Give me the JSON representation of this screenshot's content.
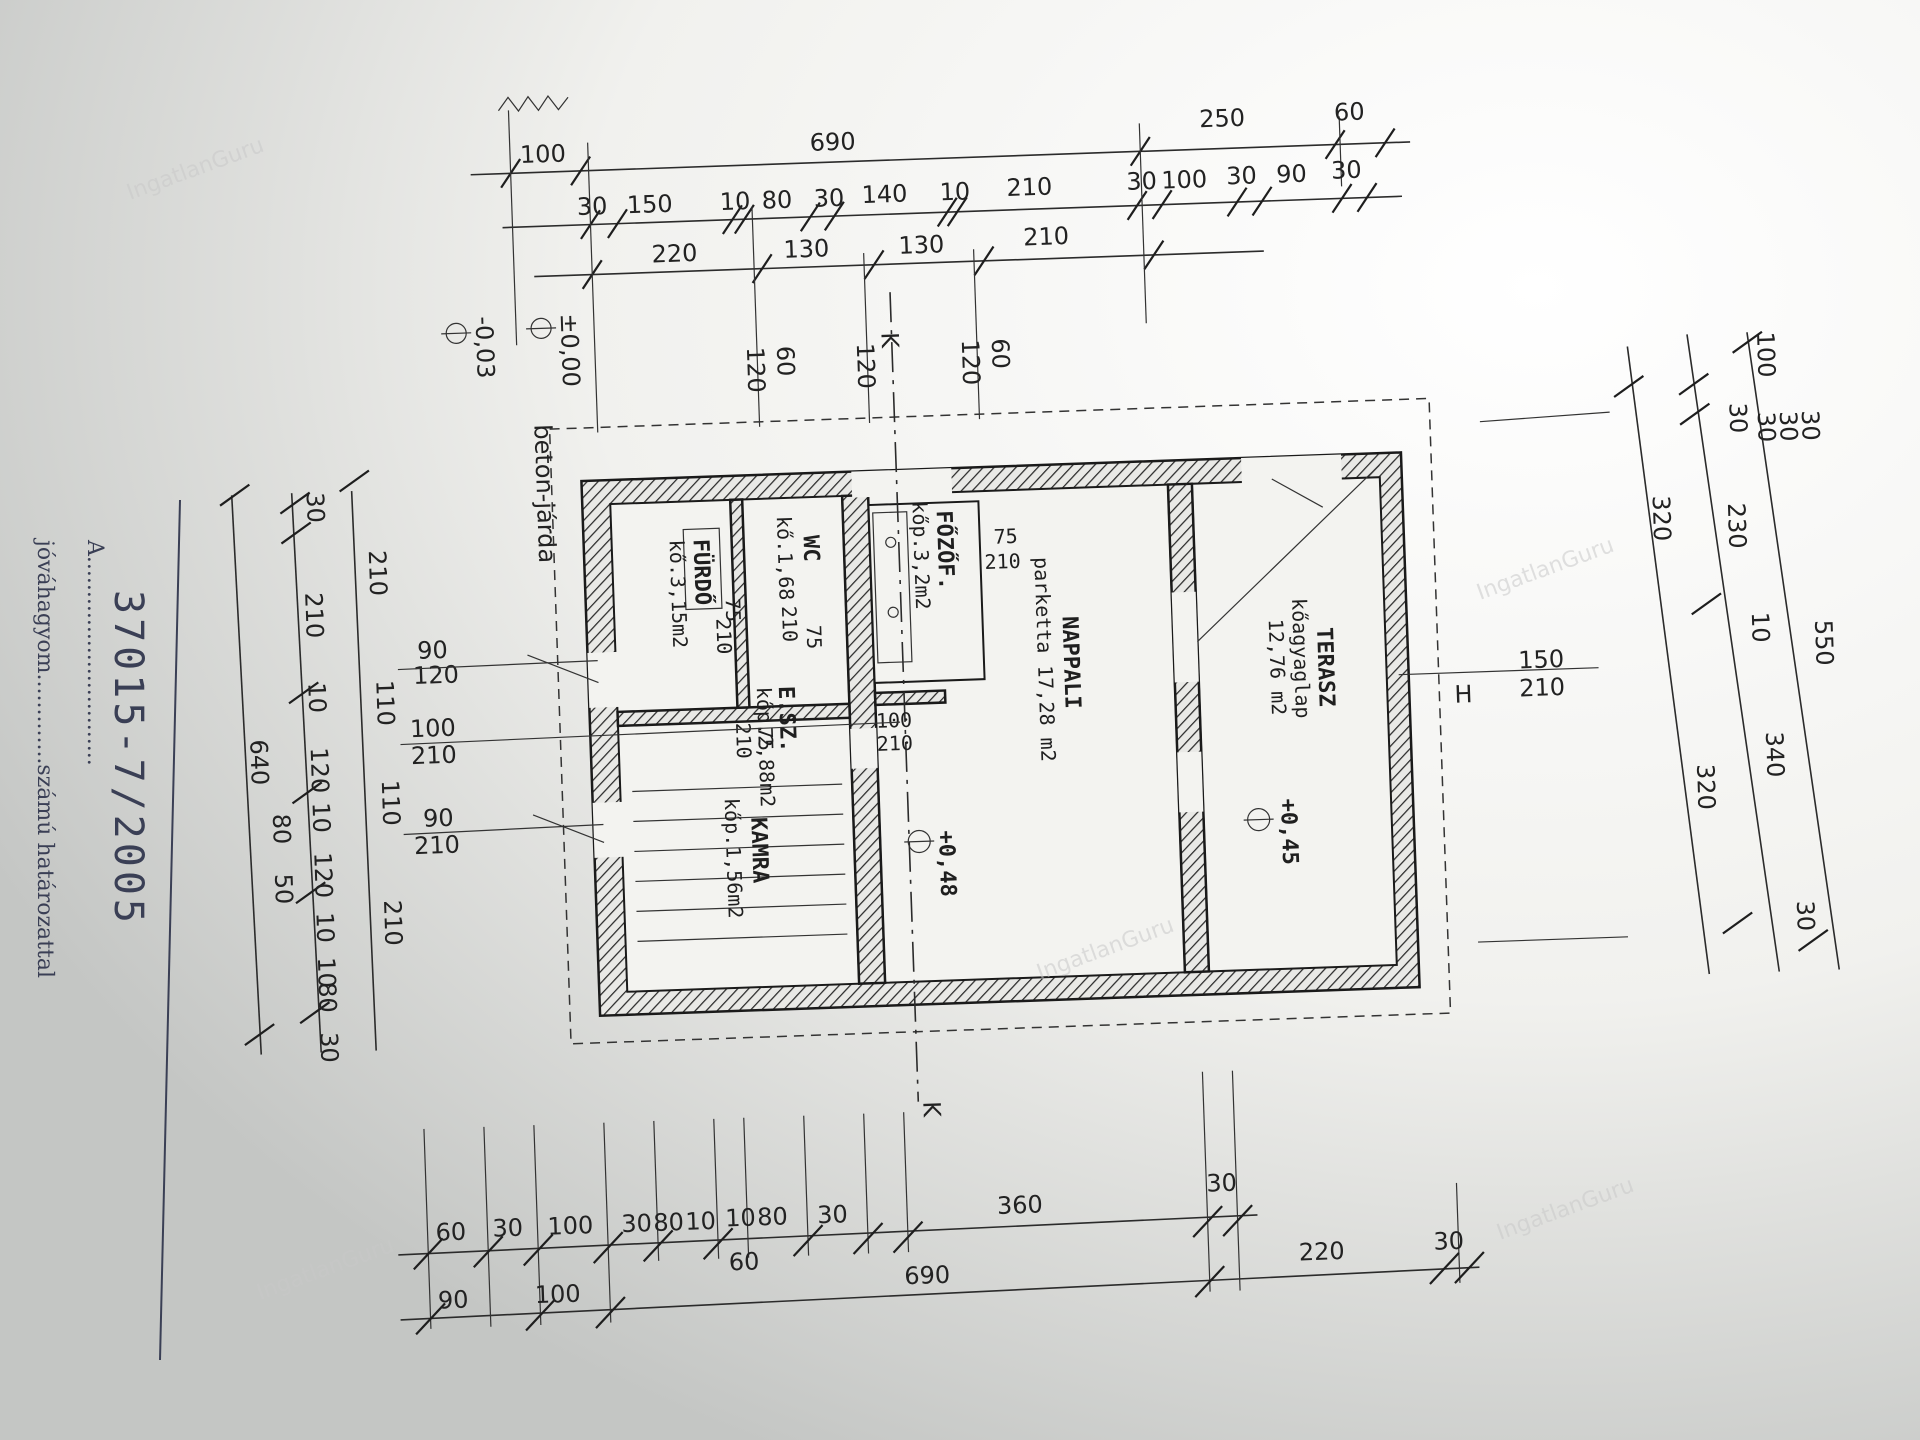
{
  "plan": {
    "top_dims_row1": [
      "100",
      "690",
      "250",
      "60"
    ],
    "top_dims_row2": [
      "30",
      "150",
      "10",
      "80",
      "30",
      "140",
      "10",
      "210",
      "30",
      "100",
      "30",
      "90",
      "30"
    ],
    "top_dims_row3": [
      "220",
      "130",
      "130",
      "210"
    ],
    "top_vertical_dims": [
      "120",
      "60",
      "120",
      "120",
      "60"
    ],
    "section_mark": "K",
    "levels": {
      "outside_low": "-0,03",
      "zero": "±0,00",
      "nappali": "+0,48",
      "terasz": "+0,45"
    },
    "path_label": "beton-járda",
    "left_dims": [
      "30",
      "210",
      "210",
      "10",
      "120",
      "110",
      "10",
      "120",
      "10",
      "10",
      "80",
      "30",
      "640",
      "80",
      "50",
      "210",
      "110"
    ],
    "left_inner_dims": [
      "90",
      "120",
      "100",
      "210",
      "90",
      "210"
    ],
    "right_dims": [
      "100",
      "30",
      "30",
      "30",
      "30",
      "320",
      "230",
      "10",
      "550",
      "340",
      "320",
      "30"
    ],
    "right_opening": [
      "150",
      "210"
    ],
    "bottom_dims_row1": [
      "60",
      "30",
      "100",
      "30",
      "80",
      "10",
      "10",
      "80",
      "30",
      "360",
      "30"
    ],
    "bottom_dims_row1b": [
      "60"
    ],
    "bottom_dims_row2": [
      "90",
      "100",
      "690",
      "220",
      "30"
    ],
    "rooms": {
      "furdo": {
        "name": "FÜRDŐ",
        "floor": "kő.3,15m2",
        "door": [
          "75",
          "210"
        ]
      },
      "wc": {
        "name": "WC",
        "floor": "kő.1,68",
        "door": [
          "75",
          "210"
        ]
      },
      "fozo": {
        "name": "FŐZŐF.",
        "floor": "kőp.3,2m2",
        "door": [
          "75",
          "210"
        ]
      },
      "esz": {
        "name": "E.SZ.",
        "floor": "kőp.2,88m2",
        "door": [
          "75",
          "210"
        ]
      },
      "kamra": {
        "name": "KAMRA",
        "floor": "kőp.1,56m2"
      },
      "nappali": {
        "name": "NAPPALI",
        "floor": "parketta 17,28 m2",
        "door": [
          "100",
          "210"
        ]
      },
      "terasz": {
        "name": "TERASZ",
        "floor": "kőagyaglap",
        "area": "12,76 m2"
      }
    },
    "terrace_mark": "H"
  },
  "stamp": {
    "number": "37015-7/2005",
    "line1": "A..............................",
    "line2": "jóváhagyom.............számú határozattal"
  },
  "watermark": "IngatlanGuru"
}
